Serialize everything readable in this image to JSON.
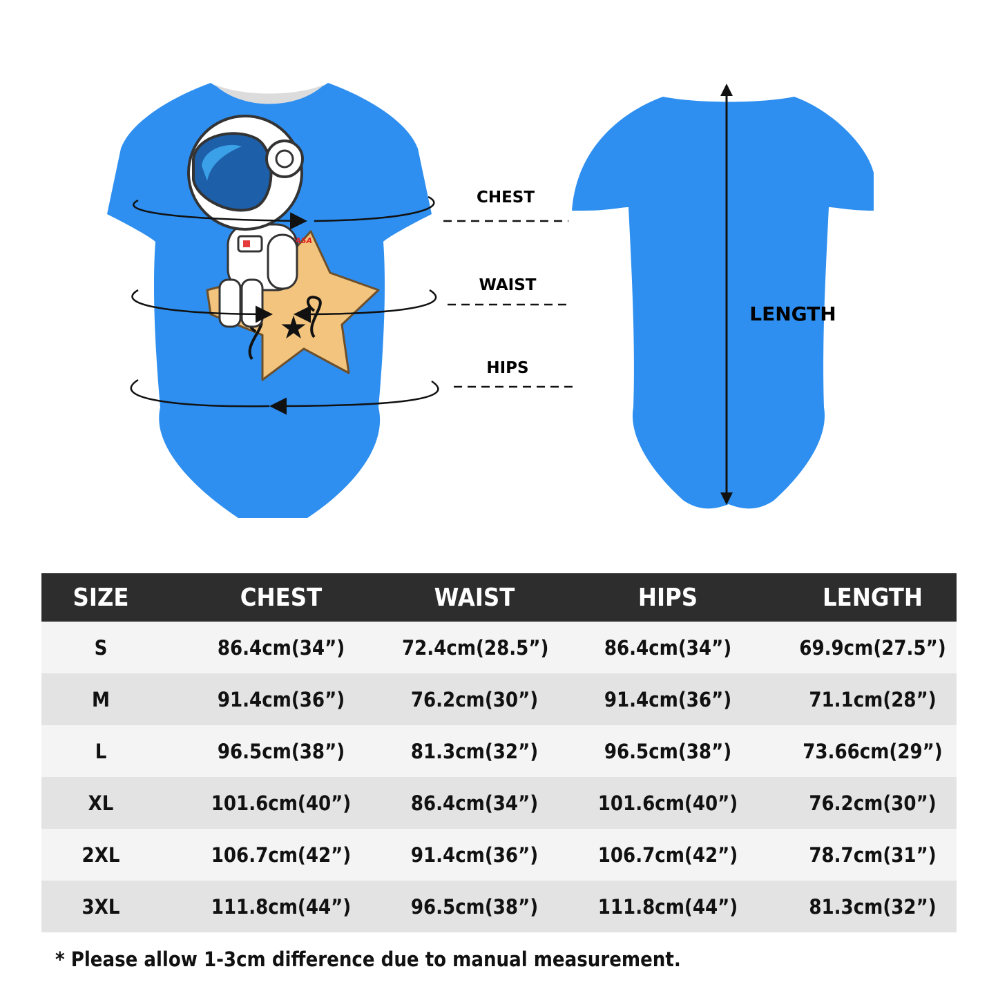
{
  "colors": {
    "garment": "#2e8ff0",
    "header_bg": "#2d2d2d",
    "row_light": "#f4f4f4",
    "row_dark": "#e3e3e3"
  },
  "diagram": {
    "chest_label": "CHEST",
    "waist_label": "WAIST",
    "hips_label": "HIPS",
    "length_label": "LENGTH",
    "print_badge_text": "NASA"
  },
  "table": {
    "headers": [
      "SIZE",
      "CHEST",
      "WAIST",
      "HIPS",
      "LENGTH"
    ],
    "rows": [
      [
        "S",
        "86.4cm(34”)",
        "72.4cm(28.5”)",
        "86.4cm(34”)",
        "69.9cm(27.5”)"
      ],
      [
        "M",
        "91.4cm(36”)",
        "76.2cm(30”)",
        "91.4cm(36”)",
        "71.1cm(28”)"
      ],
      [
        "L",
        "96.5cm(38”)",
        "81.3cm(32”)",
        "96.5cm(38”)",
        "73.66cm(29”)"
      ],
      [
        "XL",
        "101.6cm(40”)",
        "86.4cm(34”)",
        "101.6cm(40”)",
        "76.2cm(30”)"
      ],
      [
        "2XL",
        "106.7cm(42”)",
        "91.4cm(36”)",
        "106.7cm(42”)",
        "78.7cm(31”)"
      ],
      [
        "3XL",
        "111.8cm(44”)",
        "96.5cm(38”)",
        "111.8cm(44”)",
        "81.3cm(32”)"
      ]
    ]
  },
  "note": "* Please allow 1-3cm difference due to manual measurement."
}
